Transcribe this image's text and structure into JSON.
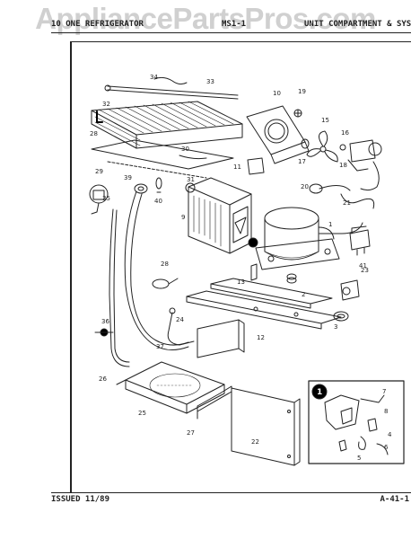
{
  "watermark": "AppliancePartsPros.com",
  "header": {
    "left": "10 ONE REFRIGERATOR",
    "mid": "MS1-1",
    "right": "UNIT COMPARTMENT & SYSTEM"
  },
  "footer": {
    "issued": "ISSUED 11/89",
    "page": "A-41-1"
  },
  "inset_badge": "1",
  "callouts": [
    "1",
    "2",
    "3",
    "4",
    "5",
    "6",
    "7",
    "8",
    "9",
    "10",
    "11",
    "12",
    "13",
    "15",
    "16",
    "17",
    "18",
    "19",
    "20",
    "21",
    "22",
    "23",
    "24",
    "25",
    "26",
    "27",
    "28",
    "29",
    "30",
    "31",
    "32",
    "33",
    "34",
    "35",
    "36",
    "37",
    "39",
    "40",
    "41"
  ]
}
